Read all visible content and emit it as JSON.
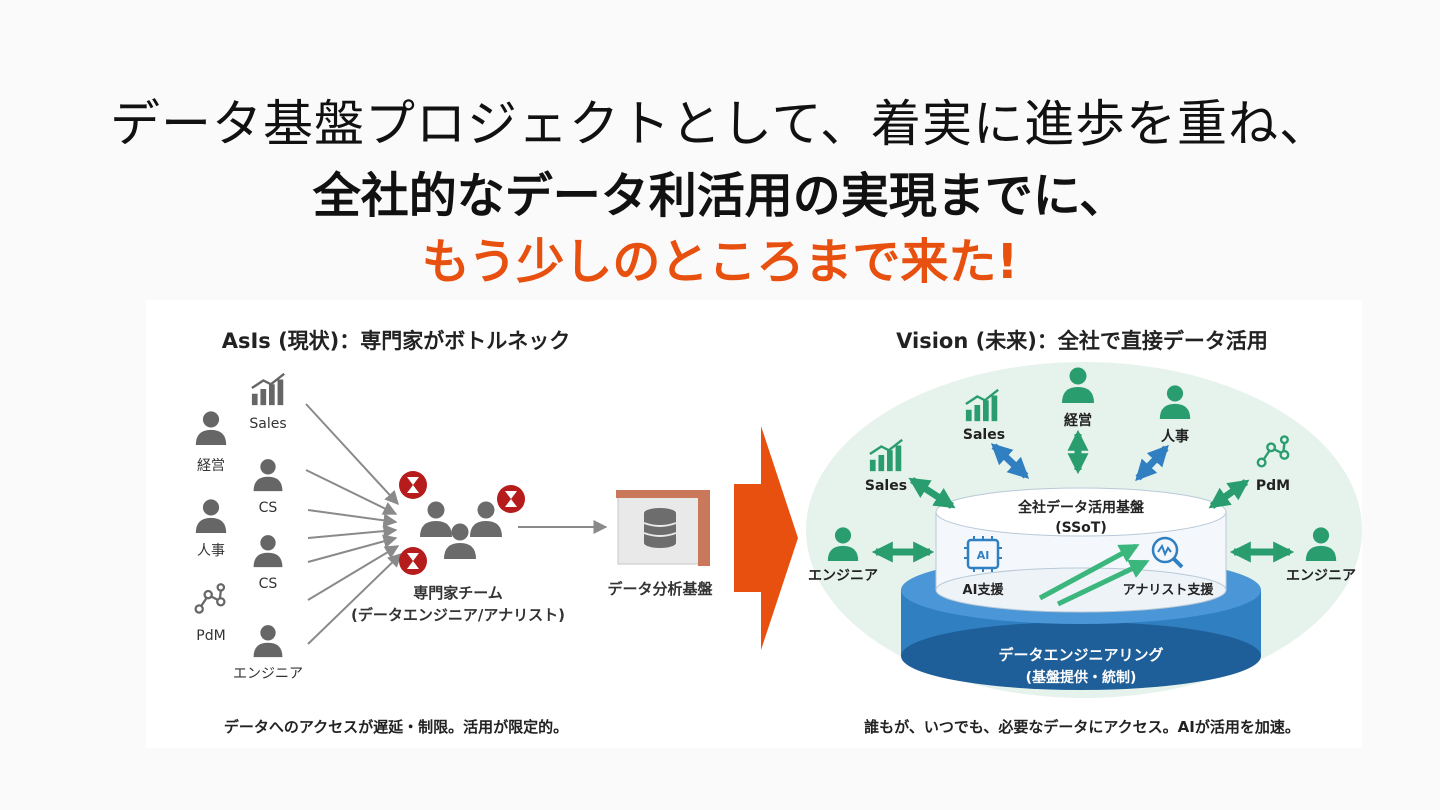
{
  "headline": {
    "line1": "データ基盤プロジェクトとして、着実に進歩を重ね、",
    "line2": "全社的なデータ利活用の実現までに、",
    "line3": "もう少しのところまで来た!"
  },
  "colors": {
    "accent": "#e8500f",
    "teal": "#2a9d6f",
    "blue": "#2f7fc1",
    "hourglass": "#b71c1c"
  },
  "asis": {
    "title": "AsIs (現状)：専門家がボトルネック",
    "left_roles": [
      "経営",
      "人事",
      "PdM"
    ],
    "mid_roles": [
      "Sales",
      "CS",
      "CS",
      "エンジニア"
    ],
    "team_label": "専門家チーム",
    "team_sub": "(データエンジニア/アナリスト)",
    "platform_label": "データ分析基盤",
    "caption": "データへのアクセスが遅延・制限。活用が限定的。"
  },
  "vision": {
    "title": "Vision (未来)：全社で直接データ活用",
    "roles": [
      "Sales",
      "経営",
      "人事",
      "Sales",
      "PdM",
      "エンジニア",
      "エンジニア"
    ],
    "platform_label": "全社データ活用基盤",
    "platform_sub": "(SSoT)",
    "ai_icon_text": "AI",
    "ai_label": "AI支援",
    "analyst_label": "アナリスト支援",
    "base_label": "データエンジニアリング",
    "base_sub": "(基盤提供・統制)",
    "caption": "誰もが、いつでも、必要なデータにアクセス。AIが活用を加速。"
  }
}
